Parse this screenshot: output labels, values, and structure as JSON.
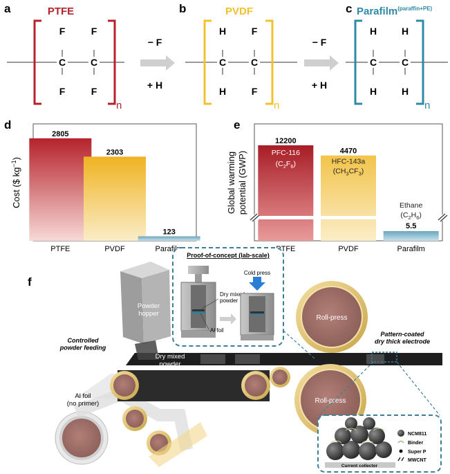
{
  "panels": {
    "a": {
      "letter": "a",
      "title": "PTFE",
      "top_left": "F",
      "top_right": "F",
      "bottom_left": "F",
      "bottom_right": "F",
      "carbon": "C",
      "subscript": "n",
      "color": "#b5222b"
    },
    "b": {
      "letter": "b",
      "title": "PVDF",
      "top_left": "H",
      "top_right": "F",
      "bottom_left": "H",
      "bottom_right": "F",
      "carbon": "C",
      "subscript": "n",
      "color": "#f2c12e"
    },
    "c": {
      "letter": "c",
      "title": "Parafilm",
      "title_sup": "(paraffin+PE)",
      "top_left": "H",
      "top_right": "H",
      "bottom_left": "H",
      "bottom_right": "H",
      "carbon": "C",
      "subscript": "n",
      "color": "#2e8aa6"
    },
    "arrow1": {
      "top": "− F",
      "bottom": "+ H"
    },
    "arrow2": {
      "top": "− F",
      "bottom": "+ H"
    },
    "d": {
      "letter": "d"
    },
    "e": {
      "letter": "e"
    },
    "f": {
      "letter": "f"
    }
  },
  "chart_data": [
    {
      "type": "bar",
      "categories": [
        "PTFE",
        "PVDF",
        "Parafilm"
      ],
      "values": [
        2805,
        2303,
        123
      ],
      "ylabel_main": "Cost ($ kg",
      "ylabel_sup": "−1",
      "ylabel_end": ")",
      "ylim": [
        0,
        3200
      ],
      "colors": [
        "#b5222b",
        "#f0b825",
        "#7fb0c4"
      ]
    },
    {
      "type": "bar",
      "categories": [
        "PTFE",
        "PVDF",
        "Parafilm"
      ],
      "values": [
        12200,
        4470,
        5.5
      ],
      "ylabel_line1": "Global warming",
      "ylabel_line2": "potential (GWP)",
      "axis_break": true,
      "colors": [
        "#b5222b",
        "#f0b825",
        "#7fb0c4"
      ],
      "annotations": [
        {
          "name": "PFC-116",
          "formula_main": "(C",
          "formula_sub1": "2",
          "formula_mid": "F",
          "formula_sub2": "6",
          "formula_end": ")"
        },
        {
          "name": "HFC-143a",
          "formula_main": "(CH",
          "formula_sub1": "3",
          "formula_mid": "CF",
          "formula_sub2": "3",
          "formula_end": ")"
        },
        {
          "name": "Ethane",
          "formula_main": "(C",
          "formula_sub1": "2",
          "formula_mid": "H",
          "formula_sub2": "6",
          "formula_end": ")"
        }
      ],
      "value_labels": [
        "12200",
        "4470",
        "5.5"
      ]
    }
  ],
  "schematic": {
    "concept_title": "Proof-of-concept (lab-scale)",
    "dry_mixed_powder_label": "Dry mixed\npowder",
    "cold_press": "Cold press",
    "al_foil_small": "Al foil",
    "powder_hopper": "Powder\nhopper",
    "controlled_feeding": "Controlled\npowder feeding",
    "dry_mixed_powder_belt": "Dry mixed\npowder",
    "roll_press_top": "Roll-press",
    "roll_press_bottom": "Roll-press",
    "pattern_coated": "Pattern-coated\ndry thick electrode",
    "al_foil": "Al foil\n(no primer)",
    "legend": [
      "NCM811",
      "Binder",
      "Super P",
      "MWCNT"
    ],
    "current_collector": "Current collector"
  }
}
